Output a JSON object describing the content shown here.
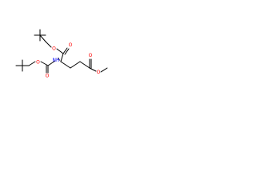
{
  "molecule": {
    "atoms": {
      "ester_O_top": {
        "symbol": "O"
      },
      "carbonyl_O_top": {
        "symbol": "O"
      },
      "boc_O_ester": {
        "symbol": "O"
      },
      "boc_O_carbonyl": {
        "symbol": "O"
      },
      "nh": {
        "symbol": "NH"
      },
      "me_ester_O_carbonyl": {
        "symbol": "O"
      },
      "me_ester_O": {
        "symbol": "O"
      }
    }
  },
  "colors": {
    "bond": "#000000",
    "oxygen": "#ff0000",
    "nitrogen": "#0000ff"
  }
}
